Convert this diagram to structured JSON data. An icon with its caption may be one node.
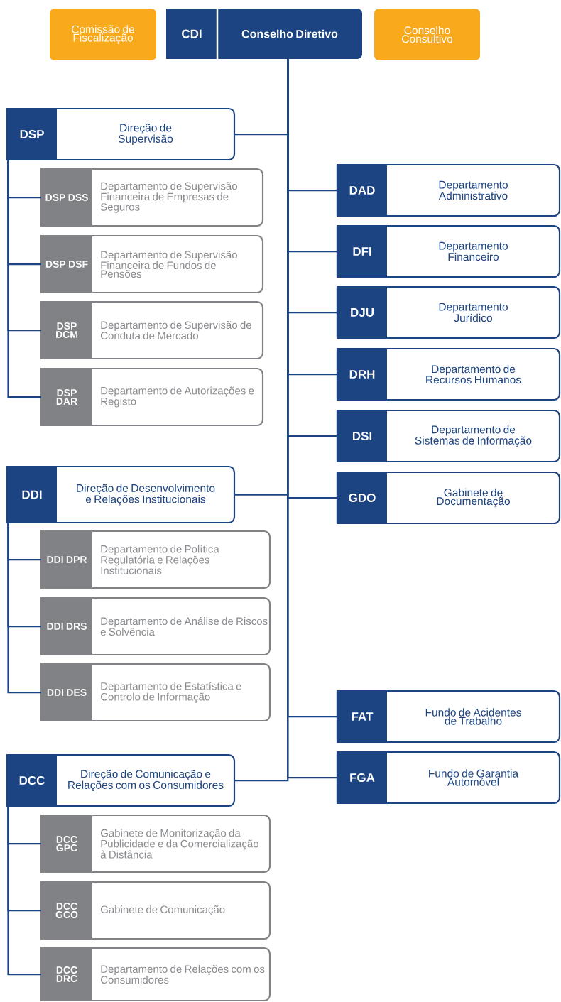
{
  "diagram": {
    "nodes": [
      {
        "text": [
          "Comissão de Fiscalização"
        ]
      },
      {
        "text": [
          "CDI",
          "Conselho Diretivo"
        ]
      },
      {
        "text": [
          "Conselho Consultivo"
        ]
      },
      {
        "text": [
          "DSP",
          "Direção de Supervisão"
        ]
      },
      {
        "text": [
          "DSP DSS",
          "Departamento de Supervisão Financeira de Empresas de Seguros"
        ]
      },
      {
        "text": [
          "DSP DSF",
          "Departamento de Supervisão Financeira de Fundos de Pensões"
        ]
      },
      {
        "text": [
          "DSP DCM",
          "Departamento de Supervisão de Conduta de Mercado"
        ]
      },
      {
        "text": [
          "DSP DAR",
          "Departamento de Autorizações e Registo"
        ]
      },
      {
        "text": [
          "DAD",
          "Departamento Administrativo"
        ]
      },
      {
        "text": [
          "DFI",
          "Departamento Financeiro"
        ]
      },
      {
        "text": [
          "DJU",
          "Departamento Jurídico"
        ]
      },
      {
        "text": [
          "DRH",
          "Departamento de Recursos Humanos"
        ]
      },
      {
        "text": [
          "DSI",
          "Departamento de Sistemas de Informação"
        ]
      },
      {
        "text": [
          "GDO",
          "Gabinete de Documentação"
        ]
      },
      {
        "text": [
          "DDI",
          "Direção de Desenvolvimento e Relações Institucionais"
        ]
      },
      {
        "text": [
          "DDI DPR",
          "Departamento de Política Regulatória e Relações Institucionais"
        ]
      },
      {
        "text": [
          "DDI DRS",
          "Departamento de Análise de Riscos e Solvência"
        ]
      },
      {
        "text": [
          "DDI DES",
          "Departamento de Estatística e Controlo de Informação"
        ]
      },
      {
        "text": [
          "FAT",
          "Fundo de Acidentes de Trabalho"
        ]
      },
      {
        "text": [
          "FGA",
          "Fundo de Garantia Automóvel"
        ]
      },
      {
        "text": [
          "DCC",
          "Direção de Comunicação e Relações com os Consumidores"
        ]
      },
      {
        "text": [
          "DCC GPC",
          "Gabinete de Monitorização da Publicidade e da Comercialização à Distância"
        ]
      },
      {
        "text": [
          "DCC GCO",
          "Gabinete de Comunicação"
        ]
      },
      {
        "text": [
          "DCC DRC",
          "Departamento de Relações com os Consumidores"
        ]
      }
    ],
    "edges": [
      {
        "from": 1,
        "to": 3,
        "arrow": "none"
      },
      {
        "from": 3,
        "to": 4,
        "arrow": "none"
      },
      {
        "from": 3,
        "to": 5,
        "arrow": "none"
      },
      {
        "from": 3,
        "to": 6,
        "arrow": "none"
      },
      {
        "from": 3,
        "to": 7,
        "arrow": "none"
      },
      {
        "from": 1,
        "to": 8,
        "arrow": "none"
      },
      {
        "from": 1,
        "to": 9,
        "arrow": "none"
      },
      {
        "from": 1,
        "to": 10,
        "arrow": "none"
      },
      {
        "from": 1,
        "to": 11,
        "arrow": "none"
      },
      {
        "from": 1,
        "to": 12,
        "arrow": "none"
      },
      {
        "from": 1,
        "to": 13,
        "arrow": "none"
      },
      {
        "from": 1,
        "to": 14,
        "arrow": "none"
      },
      {
        "from": 14,
        "to": 15,
        "arrow": "none"
      },
      {
        "from": 14,
        "to": 16,
        "arrow": "none"
      },
      {
        "from": 14,
        "to": 17,
        "arrow": "none"
      },
      {
        "from": 1,
        "to": 18,
        "arrow": "none"
      },
      {
        "from": 1,
        "to": 19,
        "arrow": "none"
      },
      {
        "from": 1,
        "to": 20,
        "arrow": "none"
      },
      {
        "from": 20,
        "to": 21,
        "arrow": "none"
      },
      {
        "from": 20,
        "to": 22,
        "arrow": "none"
      },
      {
        "from": 20,
        "to": 23,
        "arrow": "none"
      }
    ]
  }
}
